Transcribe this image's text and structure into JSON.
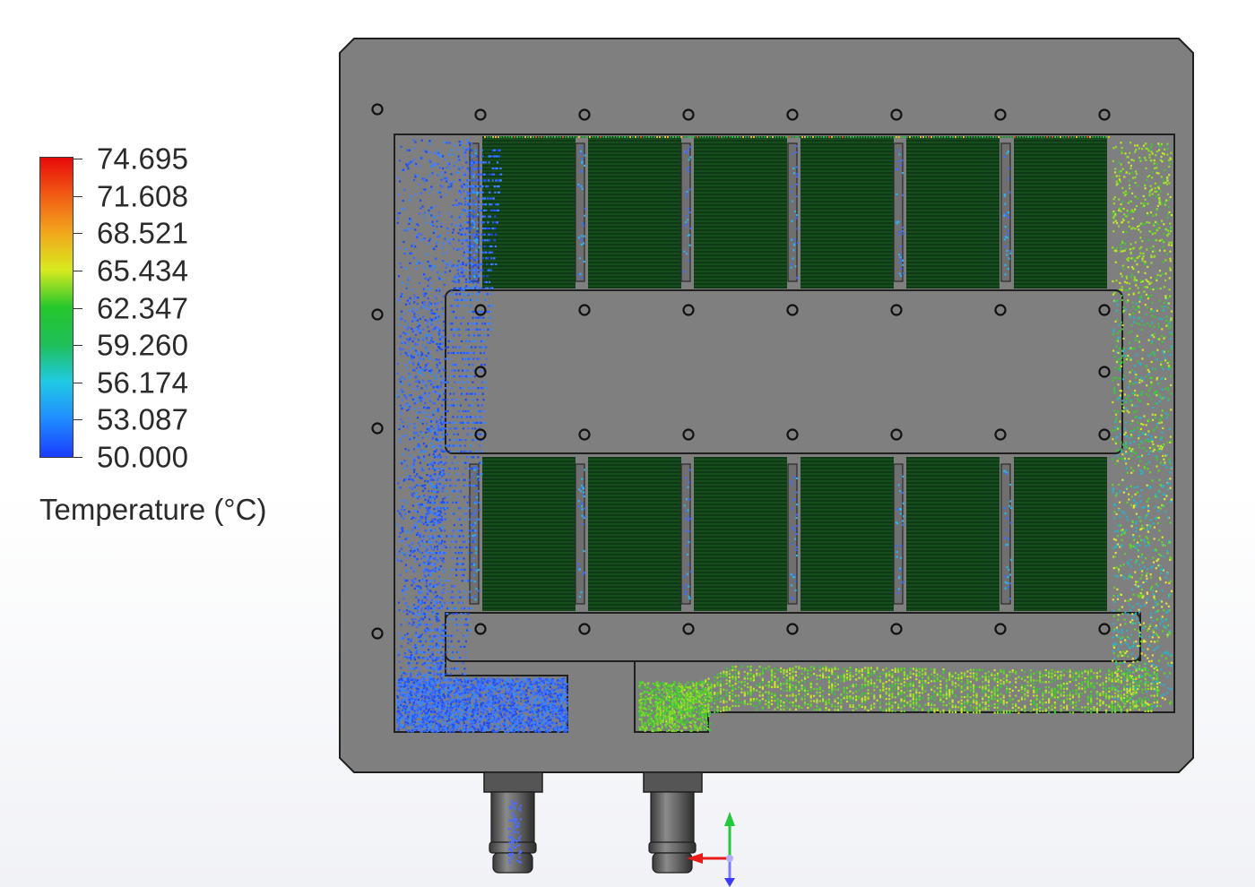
{
  "legend": {
    "title": "Temperature (°C)",
    "values": [
      "74.695",
      "71.608",
      "68.521",
      "65.434",
      "62.347",
      "59.260",
      "56.174",
      "53.087",
      "50.000"
    ],
    "min": 50.0,
    "max": 74.695,
    "colormap": [
      "#1a3cff",
      "#1f8bff",
      "#21c9e6",
      "#1fbf5a",
      "#25c72c",
      "#d8ea1f",
      "#f2a61d",
      "#f15b14",
      "#e60a0a"
    ]
  },
  "colors": {
    "plate": "#7f7f7f",
    "plate_edge": "#222222",
    "fin": "#0f3a16",
    "fin_line": "#2f7a35",
    "cold_flow": "#2a5cff",
    "warm_flow": "#5fd42a",
    "hot_flow": "#e3e33a",
    "axis_y": "#22c93b",
    "axis_x": "#e81b1b",
    "axis_z": "#3a3aff"
  },
  "icons": {
    "axis_triad": "axis-triad-icon"
  }
}
